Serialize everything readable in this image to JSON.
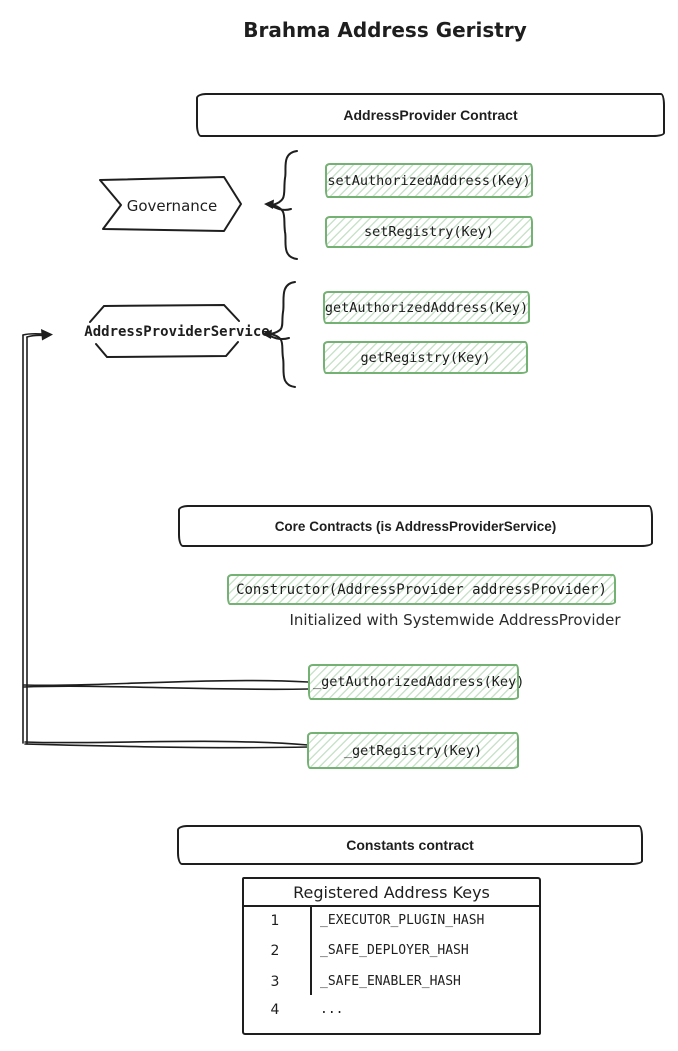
{
  "title": "Brahma Address Geristry",
  "address_provider": {
    "header": "AddressProvider Contract",
    "governance": {
      "label": "Governance",
      "methods": [
        "setAuthorizedAddress(Key)",
        "setRegistry(Key)"
      ]
    },
    "service": {
      "label": "AddressProviderService",
      "methods": [
        "getAuthorizedAddress(Key)",
        "getRegistry(Key)"
      ]
    }
  },
  "core": {
    "header": "Core Contracts (is AddressProviderService)",
    "constructor_label": "Constructor(AddressProvider addressProvider)",
    "caption": "Initialized with Systemwide AddressProvider",
    "methods": [
      "_getAuthorizedAddress(Key)",
      "_getRegistry(Key)"
    ]
  },
  "constants": {
    "header": "Constants contract",
    "table": {
      "title": "Registered Address Keys",
      "rows": [
        {
          "num": "1",
          "key": "_EXECUTOR_PLUGIN_HASH"
        },
        {
          "num": "2",
          "key": "_SAFE_DEPLOYER_HASH"
        },
        {
          "num": "3",
          "key": "_SAFE_ENABLER_HASH"
        },
        {
          "num": "4",
          "key": "..."
        }
      ]
    }
  },
  "colors": {
    "ink": "#1e1e1e",
    "green_stroke": "#74b274",
    "green_hatch": "#c9e2c9",
    "background": "#ffffff"
  }
}
